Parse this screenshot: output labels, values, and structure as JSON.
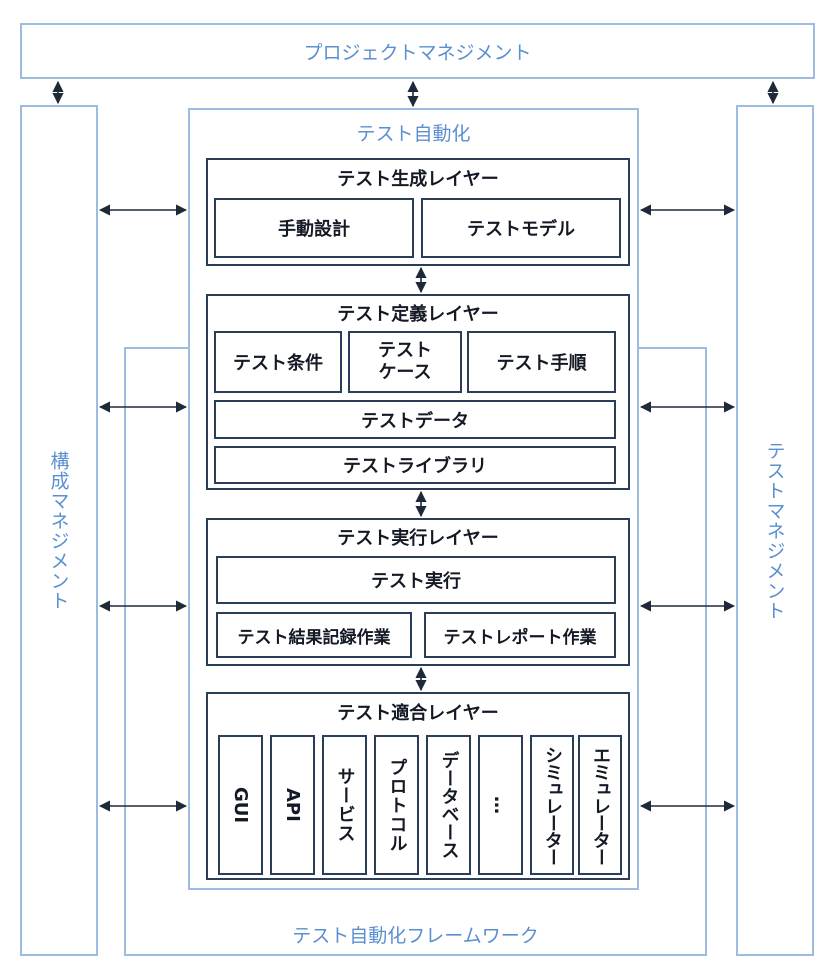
{
  "project_management": "プロジェクトマネジメント",
  "config_management": "構成マネジメント",
  "test_management": "テストマネジメント",
  "test_automation": "テスト自動化",
  "framework": "テスト自動化フレームワーク",
  "layers": {
    "generation": {
      "title": "テスト生成レイヤー",
      "items": [
        "手動設計",
        "テストモデル"
      ]
    },
    "definition": {
      "title": "テスト定義レイヤー",
      "conditions": "テスト条件",
      "case_line1": "テスト",
      "case_line2": "ケース",
      "procedure": "テスト手順",
      "data": "テストデータ",
      "library": "テストライブラリ"
    },
    "execution": {
      "title": "テスト実行レイヤー",
      "run": "テスト実行",
      "record": "テスト結果記録作業",
      "report": "テストレポート作業"
    },
    "adaptation": {
      "title": "テスト適合レイヤー",
      "items": [
        "GUI",
        "API",
        "サービス",
        "プロトコル",
        "データベース",
        "…",
        "シミュレーター",
        "エミュレーター"
      ]
    }
  }
}
